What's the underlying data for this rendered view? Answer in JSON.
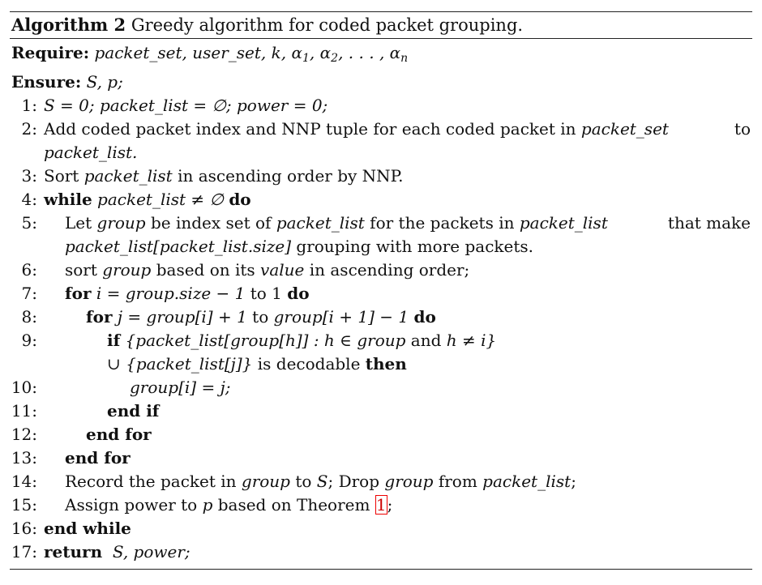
{
  "caption": {
    "label": "Algorithm 2",
    "text": "Greedy algorithm for coded packet grouping."
  },
  "require": {
    "keyword": "Require:",
    "text_a": "packet_set, user_set, k, α",
    "sub1": "1",
    "text_b": ", α",
    "sub2": "2",
    "text_c": ", . . . , α",
    "subn": "n"
  },
  "ensure": {
    "keyword": "Ensure:",
    "text": "S, p;"
  },
  "lines": [
    {
      "num": "1:",
      "a": "S = 0; packet_list = ∅; power = 0;"
    },
    {
      "num": "2:",
      "a": "Add coded packet index and NNP tuple for each coded packet in ",
      "b": "packet_set",
      "c": " to",
      "d": "packet_list."
    },
    {
      "num": "3:",
      "a": "Sort ",
      "b": "packet_list",
      "c": " in ascending order by NNP."
    },
    {
      "num": "4:",
      "kw1": "while",
      "a": " packet_list ≠ ∅ ",
      "kw2": "do"
    },
    {
      "num": "5:",
      "a": "Let ",
      "b": "group",
      "c": " be index set of ",
      "d": "packet_list",
      "e": " for the packets in ",
      "f": "packet_list",
      "g": " that make",
      "h": "packet_list[packet_list.size]",
      "i": " grouping with more packets."
    },
    {
      "num": "6:",
      "a": "sort ",
      "b": "group",
      "c": " based on its ",
      "d": "value",
      "e": " in ascending order;"
    },
    {
      "num": "7:",
      "kw1": "for",
      "a": " i = group.size − 1 ",
      "b": "to",
      "c": " 1 ",
      "kw2": "do"
    },
    {
      "num": "8:",
      "kw1": "for",
      "a": " j = group[i] + 1 ",
      "b": "to",
      "c": " group[i + 1] − 1 ",
      "kw2": "do"
    },
    {
      "num": "9:",
      "kw1": "if",
      "a": " {packet_list[group[h]] : h ∈ group ",
      "b": "and",
      "c": " h ≠ i}",
      "d": "∪ {packet_list[j]} ",
      "e": "is decodable ",
      "kw2": "then"
    },
    {
      "num": "10:",
      "a": "group[i] = j;"
    },
    {
      "num": "11:",
      "kw1": "end if"
    },
    {
      "num": "12:",
      "kw1": "end for"
    },
    {
      "num": "13:",
      "kw1": "end for"
    },
    {
      "num": "14:",
      "a": "Record the packet in ",
      "b": "group",
      "c": " to ",
      "d": "S",
      "e": "; Drop ",
      "f": "group",
      "g": " from ",
      "h": "packet_list",
      "i": ";"
    },
    {
      "num": "15:",
      "a": "Assign power to ",
      "b": "p",
      "c": " based on Theorem ",
      "ref": "1",
      "d": ";"
    },
    {
      "num": "16:",
      "kw1": "end while"
    },
    {
      "num": "17:",
      "kw1": "return",
      "a": "  S, power;"
    }
  ]
}
